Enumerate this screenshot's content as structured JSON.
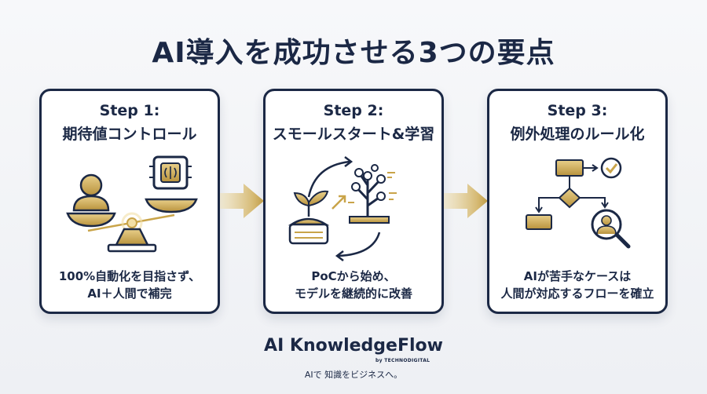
{
  "title": "AI導入を成功させる3つの要点",
  "steps": [
    {
      "label": "Step 1:",
      "title": "期待値コントロール",
      "desc": [
        "100%自動化を目指さず、",
        "AI＋人間で補完"
      ]
    },
    {
      "label": "Step 2:",
      "title": "スモールスタート&学習",
      "desc": [
        "PoCから始め、",
        "モデルを継続的に改善"
      ]
    },
    {
      "label": "Step 3:",
      "title": "例外処理のルール化",
      "desc": [
        "AIが苦手なケースは",
        "人間が対応するフローを確立"
      ]
    }
  ],
  "brand": {
    "name": "AI KnowledgeFlow",
    "by": "by TECHNODIGITAL",
    "tagline": "AIで 知識をビジネスへ。"
  },
  "colors": {
    "navy": "#1b2845",
    "gold": "#c9a449",
    "gold_light": "#e3c77a"
  },
  "icons": [
    "person-icon",
    "ai-chip-icon",
    "balance-scale-icon",
    "cycle-arrows-icon",
    "sprout-icon",
    "growth-tree-icon",
    "flowchart-icon",
    "check-circle-icon",
    "person-magnifier-icon",
    "right-arrow-icon"
  ]
}
